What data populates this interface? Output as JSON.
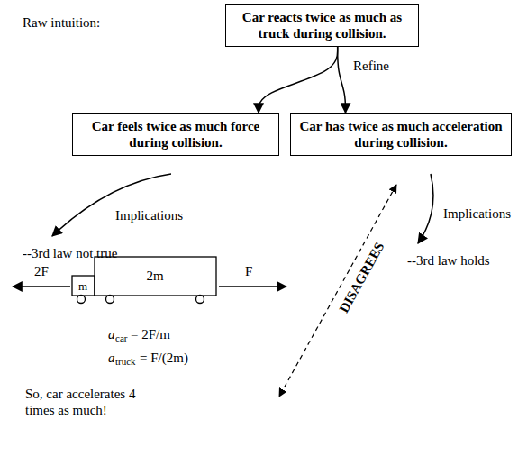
{
  "diagram": {
    "nodes": [
      {
        "text": [
          "Car reacts twice as much as truck during collision."
        ]
      },
      {
        "text": [
          "Car feels twice as much force during collision."
        ]
      },
      {
        "text": [
          "Car has twice as much acceleration during collision."
        ]
      }
    ],
    "edges": [
      {
        "from": 0,
        "to": 1,
        "arrow": "to"
      },
      {
        "from": 0,
        "to": 2,
        "arrow": "to"
      }
    ],
    "labels": [
      "Raw intuition:",
      "Refine",
      "Implications",
      "Implications",
      "--3rd law not true",
      "--3rd law holds",
      "2F",
      "F",
      "m",
      "2m",
      "a",
      "car",
      "= 2F/m",
      "a",
      "truck",
      "= F/(2m)",
      "So, car accelerates 4 times as much!",
      "DISAGREES"
    ]
  }
}
